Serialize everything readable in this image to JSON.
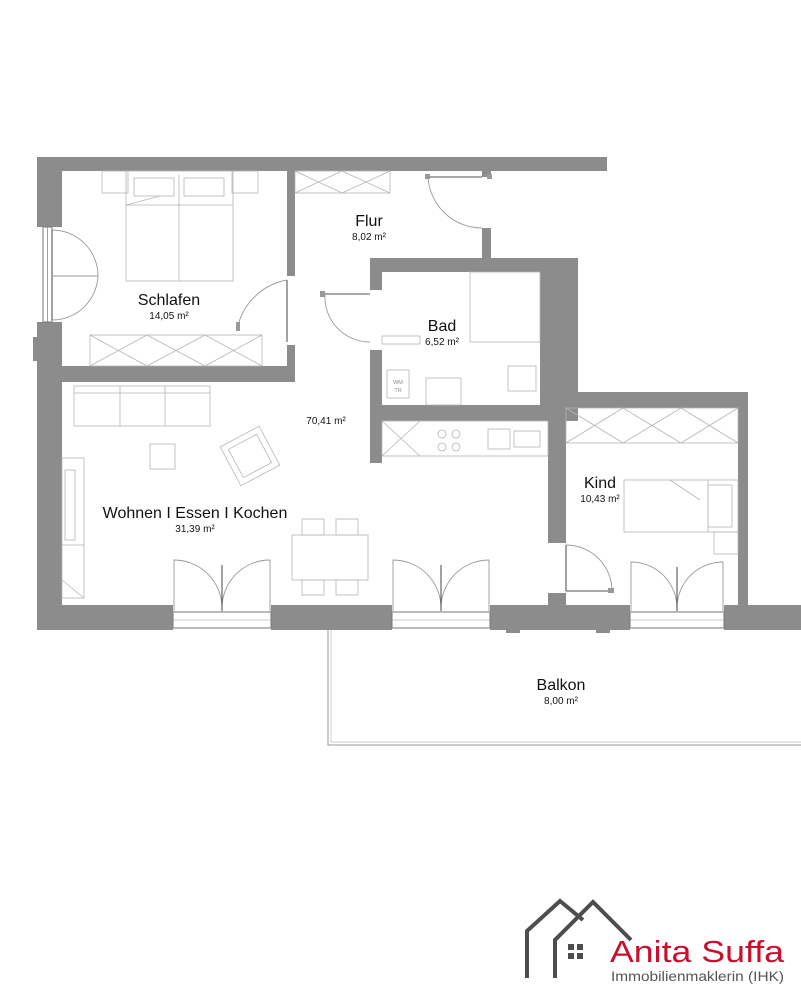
{
  "rooms": {
    "schlafen": {
      "name": "Schlafen",
      "area": "14,05 m²"
    },
    "flur": {
      "name": "Flur",
      "area": "8,02 m²"
    },
    "bad": {
      "name": "Bad",
      "area": "6,52 m²"
    },
    "wohnen": {
      "name": "Wohnen I Essen I Kochen",
      "area": "31,39 m²"
    },
    "kind": {
      "name": "Kind",
      "area": "10,43 m²"
    },
    "balkon": {
      "name": "Balkon",
      "area": "8,00 m²"
    }
  },
  "total_area": "70,41 m²",
  "appliance_labels": {
    "washer": "WM",
    "dryer": "TR"
  },
  "branding": {
    "name": "Anita Suffa",
    "subtitle": "Immobilienmaklerin (IHK)",
    "logo_icon": "house-outline-icon",
    "colors": {
      "name": "#c8102e",
      "logo": "#4d4d4d",
      "wall": "#8c8c8c"
    }
  }
}
